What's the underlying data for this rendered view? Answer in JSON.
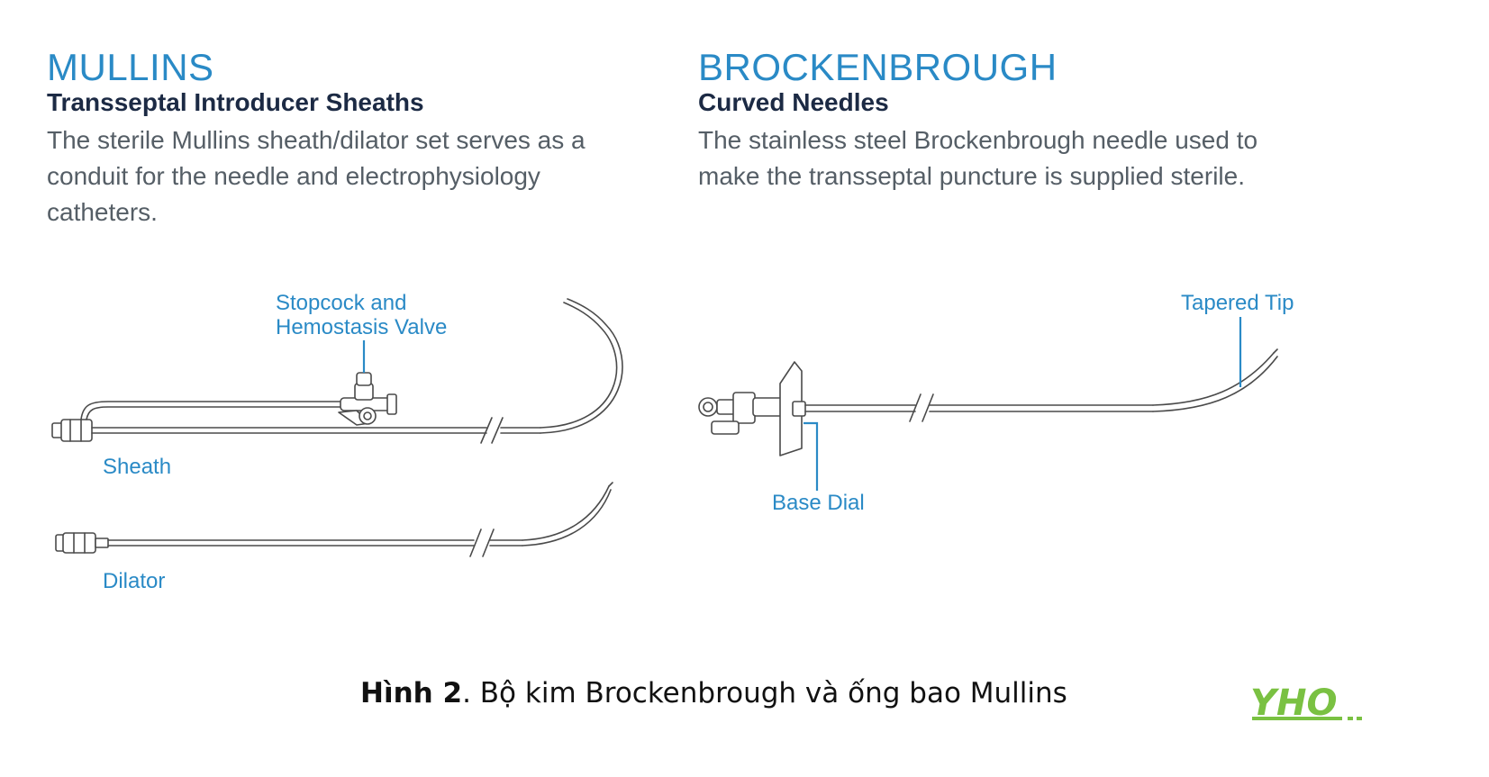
{
  "mullins": {
    "title": "MULLINS",
    "subtitle": "Transseptal Introducer Sheaths",
    "description": "The sterile Mullins sheath/dilator set serves as a conduit for the needle and electrophysiology catheters."
  },
  "brockenbrough": {
    "title": "BROCKENBROUGH",
    "subtitle": "Curved Needles",
    "description": "The stainless steel Brockenbrough needle used to make the transseptal puncture is supplied sterile."
  },
  "labels": {
    "stopcock_line1": "Stopcock and",
    "stopcock_line2": "Hemostasis Valve",
    "sheath": "Sheath",
    "dilator": "Dilator",
    "tapered_tip": "Tapered Tip",
    "base_dial": "Base Dial"
  },
  "caption": {
    "bold": "Hình 2",
    "rest": ". Bộ kim Brockenbrough và ống bao Mullins"
  },
  "logo": {
    "text": "YHO",
    "color": "#7ac142"
  },
  "colors": {
    "accent": "#2a8ac6",
    "heading": "#1c2a44",
    "body": "#555e66"
  }
}
